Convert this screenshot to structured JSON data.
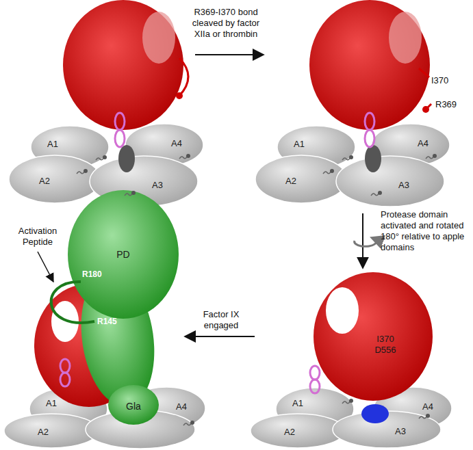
{
  "diagram": {
    "nodes": [
      {
        "text": [
          "A1"
        ]
      },
      {
        "text": [
          "A2"
        ]
      },
      {
        "text": [
          "A3"
        ]
      },
      {
        "text": [
          "A4"
        ]
      },
      {
        "text": [
          "A1"
        ]
      },
      {
        "text": [
          "A2"
        ]
      },
      {
        "text": [
          "A3"
        ]
      },
      {
        "text": [
          "A4"
        ]
      },
      {
        "text": [
          "I370 D556"
        ]
      },
      {
        "text": [
          "A1"
        ]
      },
      {
        "text": [
          "A2"
        ]
      },
      {
        "text": [
          "A3"
        ]
      },
      {
        "text": [
          "A4"
        ]
      },
      {
        "text": [
          "A1"
        ]
      },
      {
        "text": [
          "A2"
        ]
      },
      {
        "text": [
          "A4"
        ]
      },
      {
        "text": [
          "PD"
        ]
      },
      {
        "text": [
          "Gla"
        ]
      }
    ],
    "labels": [
      "R369-I370 bond cleaved by factor XIIa or thrombin",
      "I370",
      "R369",
      "Protease domain activated and rotated 180° relative to apple domains",
      "Factor IX engaged",
      "Activation Peptide",
      "R180",
      "R145"
    ]
  }
}
